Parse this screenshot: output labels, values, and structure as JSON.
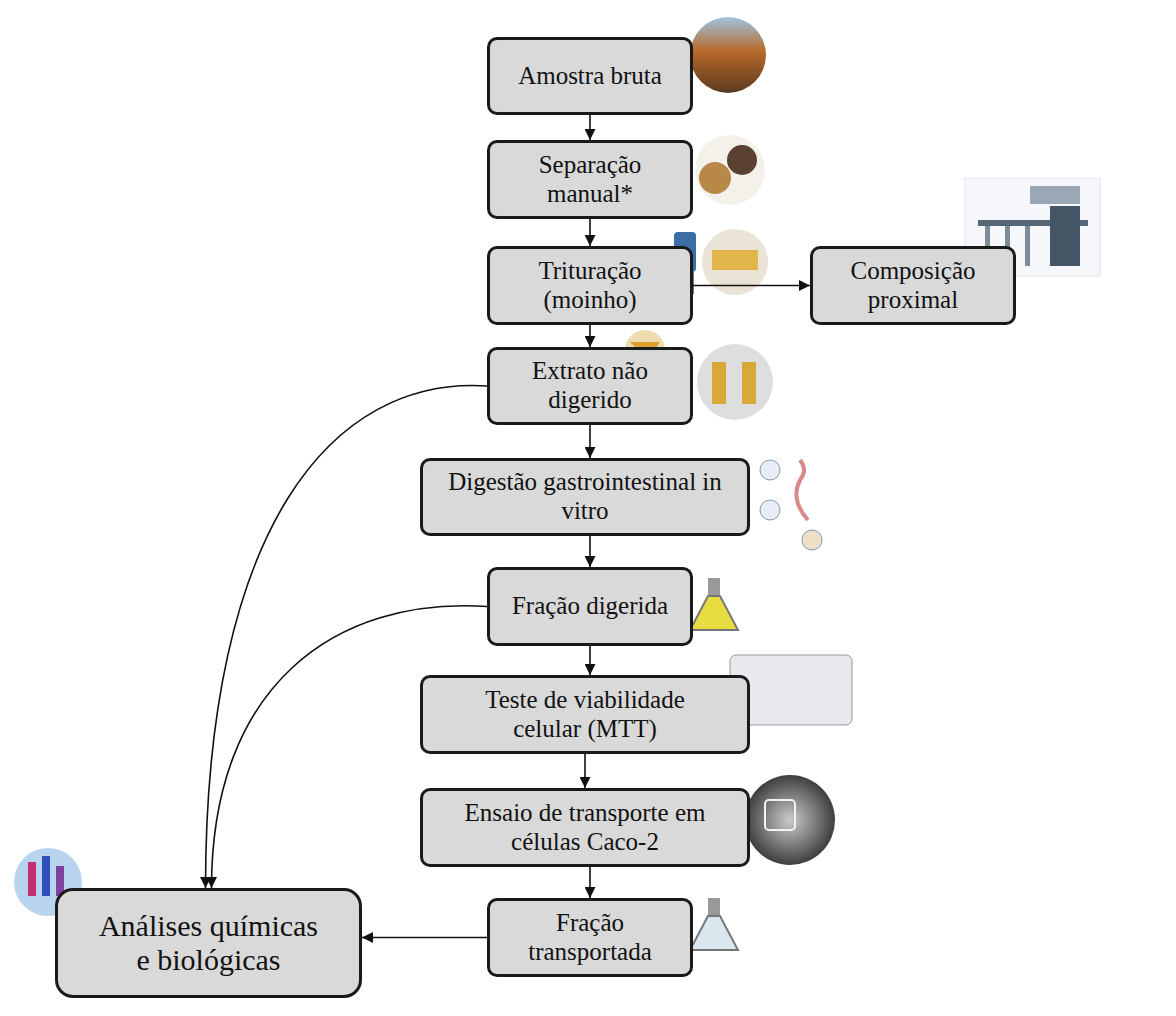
{
  "diagram": {
    "nodes": [
      {
        "text": [
          "Amostra bruta"
        ]
      },
      {
        "text": [
          "Separação manual*"
        ]
      },
      {
        "text": [
          "Trituração (moinho)"
        ]
      },
      {
        "text": [
          "Composição proximal"
        ]
      },
      {
        "text": [
          "Extrato não digerido"
        ]
      },
      {
        "text": [
          "Digestão gastrointestinal in vitro"
        ]
      },
      {
        "text": [
          "Fração digerida"
        ]
      },
      {
        "text": [
          "Teste de viabilidade celular (MTT)"
        ]
      },
      {
        "text": [
          "Ensaio de transporte em células Caco-2"
        ]
      },
      {
        "text": [
          "Fração transportada"
        ]
      },
      {
        "text": [
          "Análises químicas e biológicas"
        ]
      }
    ],
    "edges": [
      {
        "from": 0,
        "to": 1,
        "arrow": "to"
      },
      {
        "from": 1,
        "to": 2,
        "arrow": "to"
      },
      {
        "from": 2,
        "to": 3,
        "arrow": "to"
      },
      {
        "from": 2,
        "to": 4,
        "arrow": "to"
      },
      {
        "from": 4,
        "to": 5,
        "arrow": "to"
      },
      {
        "from": 5,
        "to": 6,
        "arrow": "to"
      },
      {
        "from": 6,
        "to": 7,
        "arrow": "to"
      },
      {
        "from": 7,
        "to": 8,
        "arrow": "to"
      },
      {
        "from": 8,
        "to": 9,
        "arrow": "to"
      },
      {
        "from": 9,
        "to": 10,
        "arrow": "to"
      },
      {
        "from": 4,
        "to": 10,
        "arrow": "to"
      },
      {
        "from": 6,
        "to": 10,
        "arrow": "to"
      }
    ]
  }
}
